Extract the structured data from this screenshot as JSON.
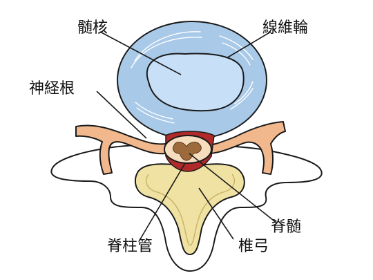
{
  "labels": {
    "nucleus_pulposus": "髄核",
    "annulus_fibrosus": "線維輪",
    "nerve_root": "神経根",
    "spinal_cord": "脊髄",
    "spinal_canal": "脊柱管",
    "vertebral_arch": "椎弓"
  },
  "colors": {
    "disc_outer": "#a9c9e8",
    "disc_inner": "#c7e0f7",
    "nerve": "#f1b88d",
    "bone": "#ffffff",
    "canal": "#f0e2a3",
    "spinal_cord_grey": "#9d6a3e",
    "spinal_cord_white": "#f6ddbd",
    "dura": "#b12a2a",
    "outline": "#1a1a1a"
  }
}
